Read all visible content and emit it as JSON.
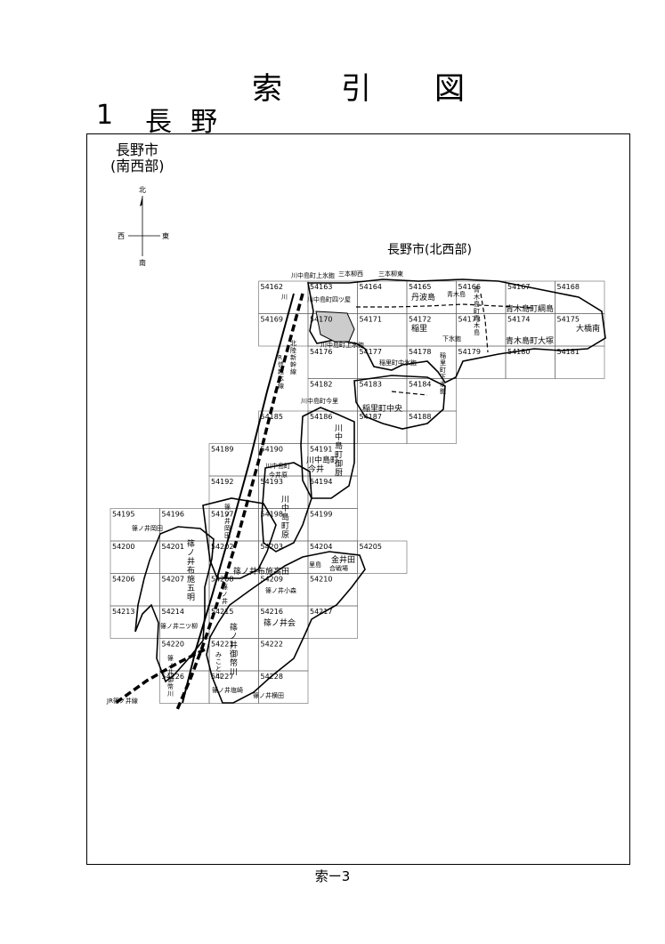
{
  "header": {
    "title_chars": [
      "索",
      "引",
      "図"
    ],
    "section_number": "1",
    "section_chars": [
      "長",
      "野"
    ]
  },
  "regions": {
    "southwest_line1": "長野市",
    "southwest_line2": "(南西部)",
    "northwest": "長野市(北西部)"
  },
  "compass": {
    "north": "北",
    "south": "南",
    "east": "東",
    "west": "西"
  },
  "footer": {
    "page_label": "索ー3"
  },
  "grid_cells": [
    "54162",
    "54163",
    "54164",
    "54165",
    "54166",
    "54167",
    "54168",
    "54169",
    "54170",
    "54171",
    "54172",
    "54173",
    "54174",
    "54175",
    "54176",
    "54177",
    "54178",
    "54179",
    "54180",
    "54181",
    "54182",
    "54183",
    "54184",
    "54185",
    "54186",
    "54187",
    "54188",
    "54189",
    "54190",
    "54191",
    "54192",
    "54193",
    "54194",
    "54195",
    "54196",
    "54197",
    "54198",
    "54199",
    "54200",
    "54201",
    "54202",
    "54203",
    "54204",
    "54205",
    "54206",
    "54207",
    "54208",
    "54209",
    "54210",
    "54213",
    "54214",
    "54215",
    "54216",
    "54217",
    "54220",
    "54221",
    "54222",
    "54226",
    "54227",
    "54228"
  ],
  "place_labels": {
    "kawanakajima_kamihikami_top": "川中島町上氷鉋",
    "sanbonyanagi_nishi": "三本柳西",
    "sanbonyanagi_higashi": "三本柳東",
    "kawanakajima_yotsuya": "川中島町四ツ屋",
    "tanbajima": "丹波島",
    "aokijima": "青木島",
    "aokijimacho_vertical": "青木島町青木島",
    "aokijimacho_tsunajima": "青木島町綱島",
    "aokijimacho_otsuka": "青木島町大塚",
    "ohashiminami": "大橋南",
    "inasato": "稲里",
    "shimohikami": "下氷鉋",
    "inasatocho_shimohikami_v": "稲里町下氷鉋",
    "inasatocho_chuhikami": "稲里町中氷鉋",
    "kawanakajima_kamihikami_mid": "川中島町上氷鉋",
    "kawanakajima_imasato": "川中島町今里",
    "inasatocho_chuo": "稲里町中央",
    "kawanakajima_mikuriya": "川中島町御厨",
    "kawanakajima_imai_a": "川中島町",
    "kawanakajima_imai_b": "今井",
    "kawanakajima_imaihara_a": "川中島町",
    "kawanakajima_imaihara_b": "今井原",
    "kawanakajima_hara": "川中島町原",
    "shinonoi_okada": "篠ノ井岡田",
    "shinonoi_okada_h": "篠ノ井岡田",
    "shinonoi_fuse_gomyo": "篠ノ井布施五明",
    "shinonoi_fuse_takada": "篠ノ井布施高田",
    "kanaida": "金井田",
    "gosenba": "合戦場",
    "satomachi": "里島",
    "shinonoi_komori": "篠ノ井小森",
    "shinonoi_v": "篠ノ井",
    "shinonoi_futatsuyanagi": "篠ノ井二ツ柳",
    "shinonoi_kai": "篠ノ井会",
    "shinonoi_oheigawa": "篠ノ井御幣川",
    "mikotogawa": "みこと川",
    "shinonoi_oheigawa_2": "篠ノ井御幣川",
    "shinonoi_shiozaki": "篠ノ井塩崎",
    "shinonoi_yokota": "篠ノ井横田",
    "nagano_shinkansen": "北陸新幹線",
    "jr_shinetsu": "JR信越本線",
    "jr_shinonoi": "JR篠ノ井線",
    "river_kawa": "川"
  }
}
